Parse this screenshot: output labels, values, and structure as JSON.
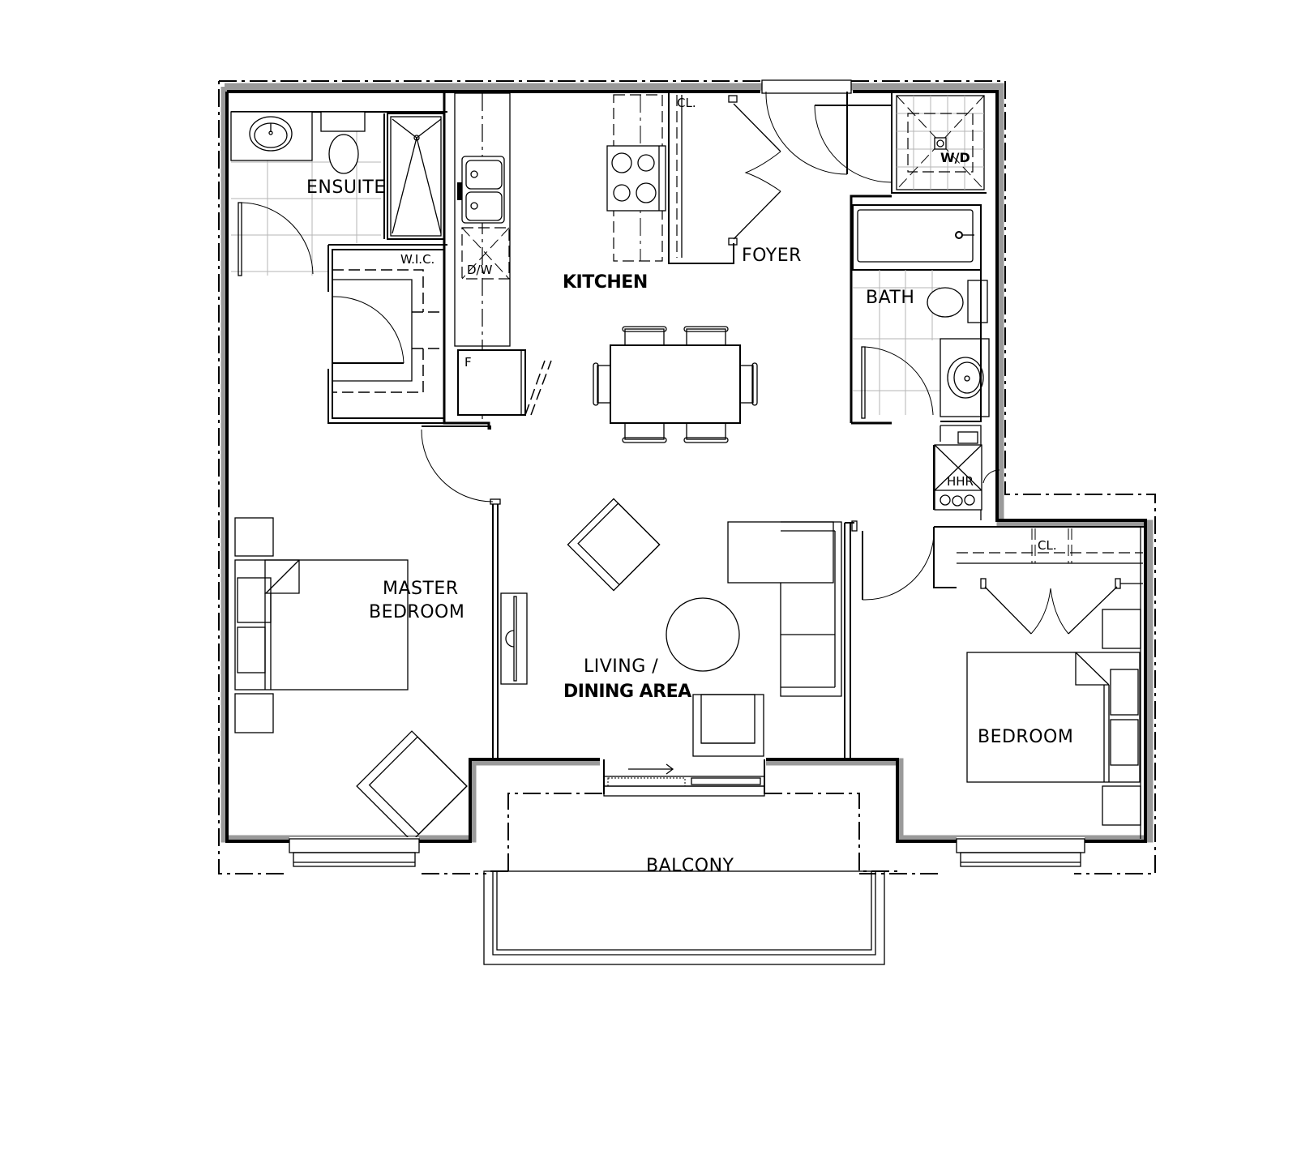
{
  "floorplan": {
    "rooms": {
      "ensuite": "ENSUITE",
      "wic": "W.I.C.",
      "dishwasher": "D/W",
      "fridge": "F",
      "kitchen": "KITCHEN",
      "closet_foyer": "CL.",
      "foyer": "FOYER",
      "washer_dryer": "W/D",
      "bath": "BATH",
      "hhr": "HHR",
      "master_bedroom_line1": "MASTER",
      "master_bedroom_line2": "BEDROOM",
      "living_line1": "LIVING /",
      "living_line2": "DINING AREA",
      "closet_bedroom": "CL.",
      "bedroom": "BEDROOM",
      "balcony": "BALCONY"
    },
    "colors": {
      "wall": "#000000",
      "wall_shade": "#9a9a9a",
      "tile_grid": "#b5b5b5",
      "background": "#ffffff"
    }
  }
}
